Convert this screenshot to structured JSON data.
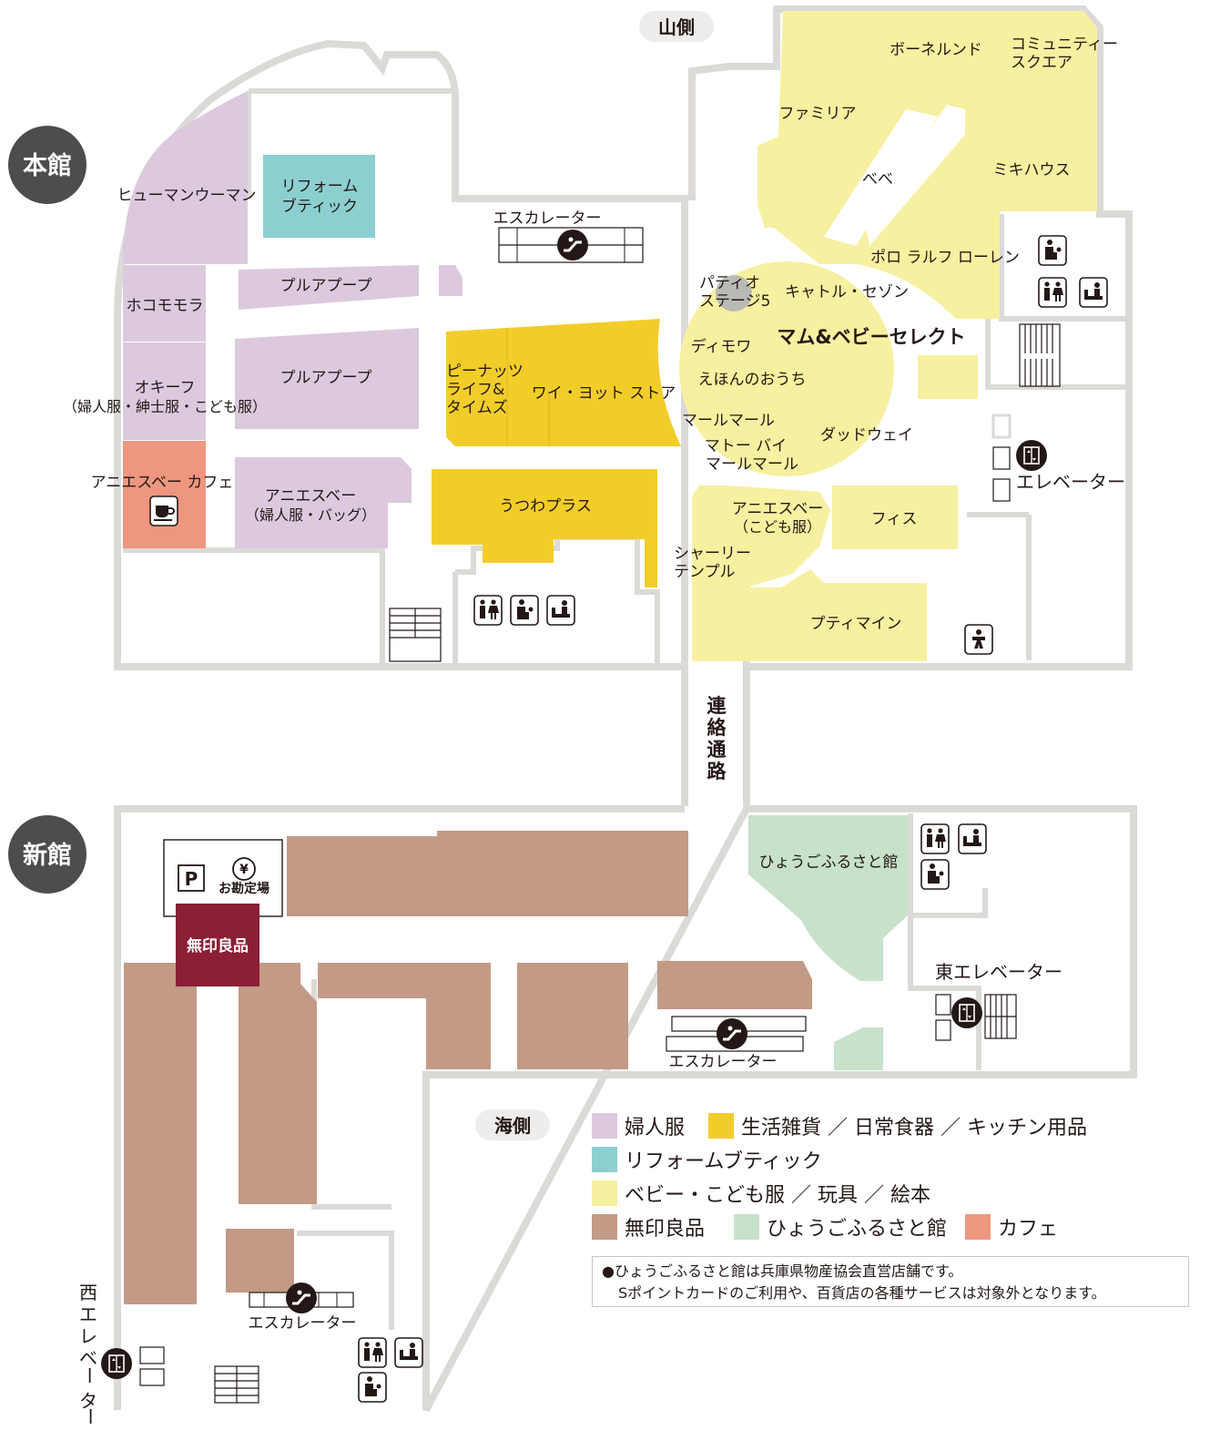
{
  "badges": {
    "main_building": "本館",
    "new_building": "新館"
  },
  "directions": {
    "mountain_side": "山側",
    "sea_side": "海側"
  },
  "corridor": [
    "連",
    "絡",
    "通",
    "路"
  ],
  "shops": {
    "human_woman": "ヒューマンウーマン",
    "reform_boutique_l1": "リフォーム",
    "reform_boutique_l2": "ブティック",
    "hokomomora": "ホコモモラ",
    "pull_a_poop_1": "プルアプープ",
    "pull_a_poop_2": "プルアプープ",
    "okiiif": "オキーフ",
    "okiiif_sub": "（婦人服・紳士服・こども服）",
    "agnesb_cafe": "アニエスベー カフェ",
    "agnesb": "アニエスベー",
    "agnesb_sub": "（婦人服・バッグ）",
    "peanuts_l1": "ピーナッツ",
    "peanuts_l2": "ライフ&",
    "peanuts_l3": "タイムズ",
    "why_yacht": "ワイ・ヨット ストア",
    "utsuwa_plus": "うつわプラス",
    "porneland": "ボーネルンド",
    "community_l1": "コミュニティー",
    "community_l2": "スクエア",
    "familiar": "ファミリア",
    "bebe": "べべ",
    "miki_house": "ミキハウス",
    "polo": "ポロ ラルフ ローレン",
    "patio_l1": "パティオ",
    "patio_l2": "ステージ5",
    "catimini": "キャトル・セゾン",
    "mam_baby": "マム&ベビーセレクト",
    "dimoa": "ディモワ",
    "ehon": "えほんのおうち",
    "marle1": "マールマール",
    "marle2_l1": "マトー バイ",
    "marle2_l2": "マールマール",
    "dadway": "ダッドウェイ",
    "agnesb_kids": "アニエスベー",
    "agnesb_kids_sub": "（こども服）",
    "fith": "フィス",
    "shirley_l1": "シャーリー",
    "shirley_l2": "テンプル",
    "petit_main": "プティマイン",
    "hyogo": "ひょうごふるさと館",
    "muji": "無印良品"
  },
  "facilities": {
    "escalator_top": "エスカレーター",
    "elevator_east_main": "エレベーター",
    "east_elevator": "東エレベーター",
    "escalator_new": "エスカレーター",
    "escalator_west": "エスカレーター",
    "west_elevator": [
      "西",
      "エ",
      "レ",
      "ベ",
      "ー",
      "タ",
      "ー"
    ],
    "cashier": "お勘定場",
    "yen_symbol": "¥",
    "parking_symbol": "P"
  },
  "legend": [
    {
      "label": "婦人服",
      "color": "#dcc9de"
    },
    {
      "label": "生活雑貨 ／ 日常食器 ／ キッチン用品",
      "color": "#f2cd2a"
    },
    {
      "label": "リフォームブティック",
      "color": "#8ccfd1"
    },
    {
      "label": "ベビー・こども服 ／ 玩具 ／ 絵本",
      "color": "#f7f0a0"
    },
    {
      "label": "無印良品",
      "color": "#c29a86"
    },
    {
      "label": "ひょうごふるさと館",
      "color": "#c7e1ca"
    },
    {
      "label": "カフェ",
      "color": "#ee9680"
    }
  ],
  "note": {
    "line1": "●ひょうごふるさと館は兵庫県物産協会直営店舗です。",
    "line2": "Sポイントカードのご利用や、百貨店の各種サービスは対象外となります。"
  },
  "colors": {
    "womens": "#dcc9de",
    "household": "#f2cd2a",
    "reform": "#8ccfd1",
    "kids": "#f7f0a0",
    "muji": "#c29a86",
    "muji_logo": "#8a1f35",
    "hyogo": "#c7e1ca",
    "cafe": "#ee9680",
    "wall": "#dcdad7",
    "badge": "#4d4d4d",
    "patio": "#b9bab3"
  }
}
